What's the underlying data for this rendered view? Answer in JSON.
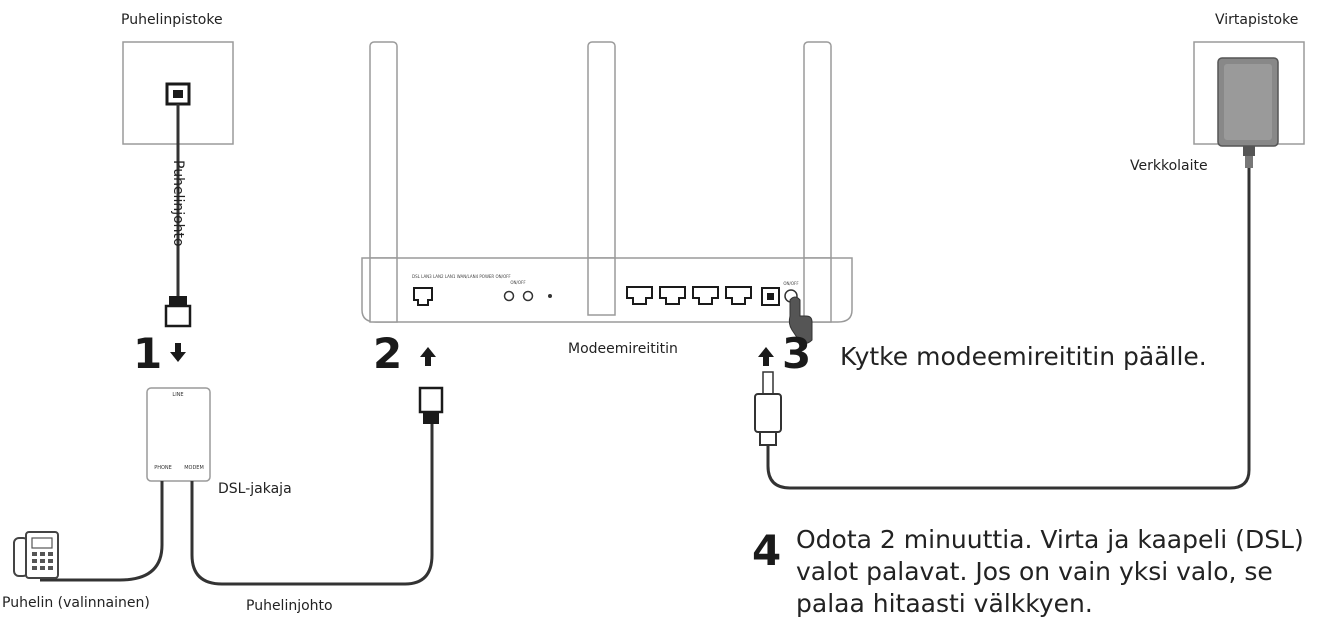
{
  "labels": {
    "phone_socket": "Puhelinpistoke",
    "phone_cable_vertical": "Puhelinjohto",
    "phone_cable_bottom": "Puhelinjohto",
    "splitter": "DSL-jakaja",
    "phone": "Puhelin (valinnainen)",
    "router": "Modeemireititin",
    "power_socket": "Virtapistoke",
    "adapter": "Verkkolaite"
  },
  "device_text": {
    "splitter_top": "LINE",
    "splitter_phone": "PHONE",
    "splitter_modem": "MODEM",
    "router_ports": "DSL  LAN3 LAN2 LAN1 WAN/LAN4  POWER  ON/OFF",
    "router_onoff": "ON/OFF",
    "router_power_switch": "ON/OFF"
  },
  "steps": [
    {
      "number": "1"
    },
    {
      "number": "2"
    },
    {
      "number": "3",
      "text": "Kytke modeemireititin päälle."
    },
    {
      "number": "4",
      "text_lines": [
        "Odota 2 minuuttia. Virta ja kaapeli (DSL)",
        "valot palavat. Jos on vain yksi valo, se",
        "palaa hitaasti välkkyen."
      ]
    }
  ],
  "icons": [
    "down-arrow-icon",
    "up-arrow-icon",
    "telephone-icon",
    "hand-pointer-icon"
  ]
}
